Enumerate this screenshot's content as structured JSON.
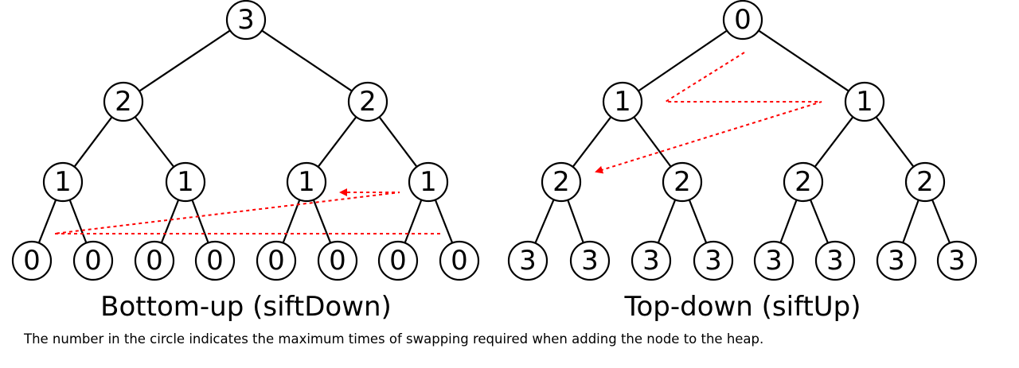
{
  "trees": [
    {
      "title": "Bottom-up (siftDown)",
      "levels": [
        [
          "3"
        ],
        [
          "2",
          "2"
        ],
        [
          "1",
          "1",
          "1",
          "1"
        ],
        [
          "0",
          "0",
          "0",
          "0",
          "0",
          "0",
          "0",
          "0"
        ]
      ]
    },
    {
      "title": "Top-down (siftUp)",
      "levels": [
        [
          "0"
        ],
        [
          "1",
          "1"
        ],
        [
          "2",
          "2",
          "2",
          "2"
        ],
        [
          "3",
          "3",
          "3",
          "3",
          "3",
          "3",
          "3",
          "3"
        ]
      ]
    }
  ],
  "caption": "The number in the circle indicates the maximum times of swapping required when adding the node to the heap.",
  "colors": {
    "node_stroke": "#000000",
    "edge": "#000000",
    "order_arrow": "#ff0000"
  }
}
